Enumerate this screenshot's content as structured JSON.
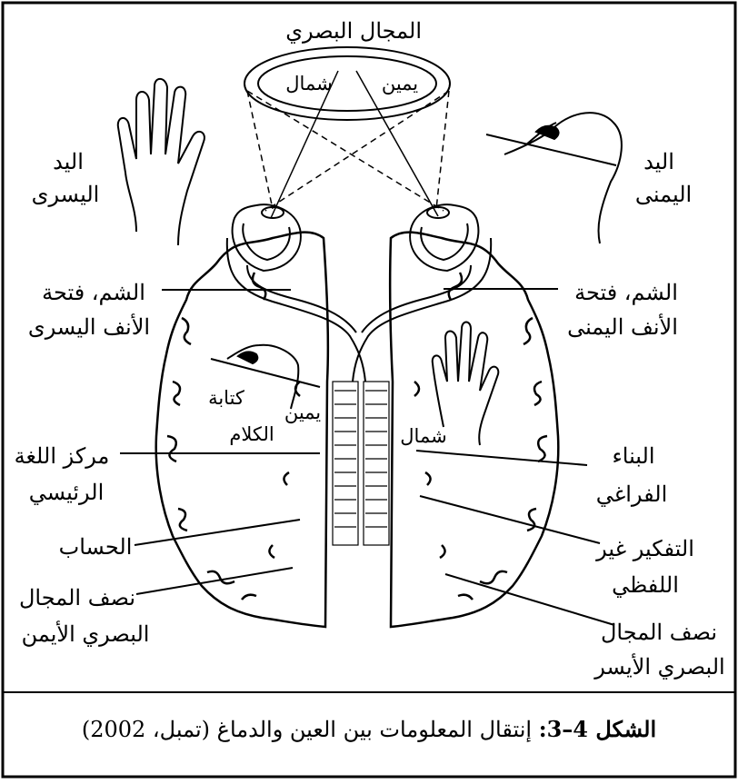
{
  "labels": {
    "visual_field": "المجال البصري",
    "left_inner": "شمال",
    "right_inner": "يمين",
    "left_hand_1": "اليد",
    "left_hand_2": "اليسرى",
    "right_hand_1": "اليد",
    "right_hand_2": "اليمنى",
    "smell_left_1": "الشم، فتحة",
    "smell_left_2": "الأنف اليسرى",
    "smell_right_1": "الشم، فتحة",
    "smell_right_2": "الأنف اليمنى",
    "writing": "كتابة",
    "speech": "الكلام",
    "right_inside": "يمين",
    "left_inside": "شمال",
    "language_1": "مركز اللغة",
    "language_2": "الرئيسي",
    "spatial_1": "البناء",
    "spatial_2": "الفراغي",
    "arithmetic": "الحساب",
    "nonverbal_1": "التفكير غير",
    "nonverbal_2": "اللفظي",
    "half_right_1": "نصف المجال",
    "half_right_2": "البصري الأيمن",
    "half_left_1": "نصف المجال",
    "half_left_2": "البصري الأيسر"
  },
  "caption": {
    "prefix": "الشكل 4–3:",
    "text": "إنتقال المعلومات بين العين والدماغ (تمبل، 2002)"
  }
}
